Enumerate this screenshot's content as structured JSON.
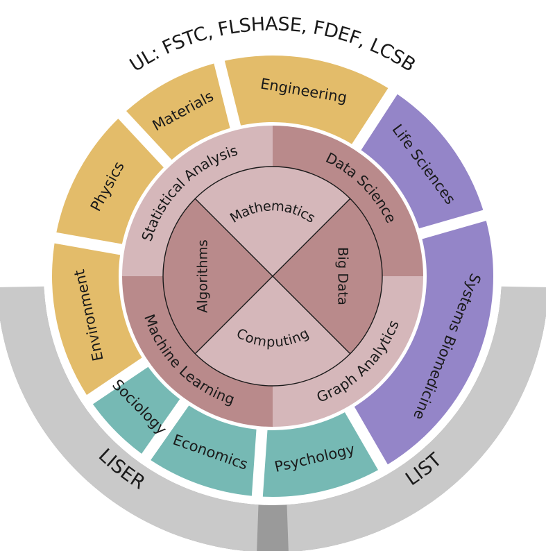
{
  "colors": {
    "outer_top": "#9a9a9a",
    "outer_bottom": "#c9c9c9",
    "gold": "#e3bc6a",
    "purple": "#9485c8",
    "teal": "#76b9b4",
    "rose_light": "#d5b7ba",
    "rose_dark": "#b98a8b",
    "line": "#1a1a1a"
  },
  "outer_ring": [
    {
      "label": "UL: FSTC, FLSHASE, FDEF, LCSB",
      "color_key": "outer_top"
    },
    {
      "label": "LIST",
      "color_key": "outer_bottom"
    },
    {
      "label": "LISER",
      "color_key": "outer_bottom"
    }
  ],
  "disciplines": [
    {
      "label": "Environment",
      "color_key": "gold"
    },
    {
      "label": "Physics",
      "color_key": "gold"
    },
    {
      "label": "Materials",
      "color_key": "gold"
    },
    {
      "label": "Engineering",
      "color_key": "gold"
    },
    {
      "label": "Life Sciences",
      "color_key": "purple"
    },
    {
      "label": "Systems Biomedicine",
      "color_key": "purple"
    },
    {
      "label": "Psychology",
      "color_key": "teal"
    },
    {
      "label": "Economics",
      "color_key": "teal"
    },
    {
      "label": "Sociology",
      "color_key": "teal"
    }
  ],
  "methods": [
    {
      "label": "Statistical Analysis",
      "color_key": "rose_light"
    },
    {
      "label": "Data Science",
      "color_key": "rose_dark"
    },
    {
      "label": "Graph Analytics",
      "color_key": "rose_light"
    },
    {
      "label": "Machine Learning",
      "color_key": "rose_dark"
    }
  ],
  "core": [
    {
      "label": "Mathematics",
      "color_key": "rose_light"
    },
    {
      "label": "Big Data",
      "color_key": "rose_dark"
    },
    {
      "label": "Computing",
      "color_key": "rose_light"
    },
    {
      "label": "Algorithms",
      "color_key": "rose_dark"
    }
  ]
}
